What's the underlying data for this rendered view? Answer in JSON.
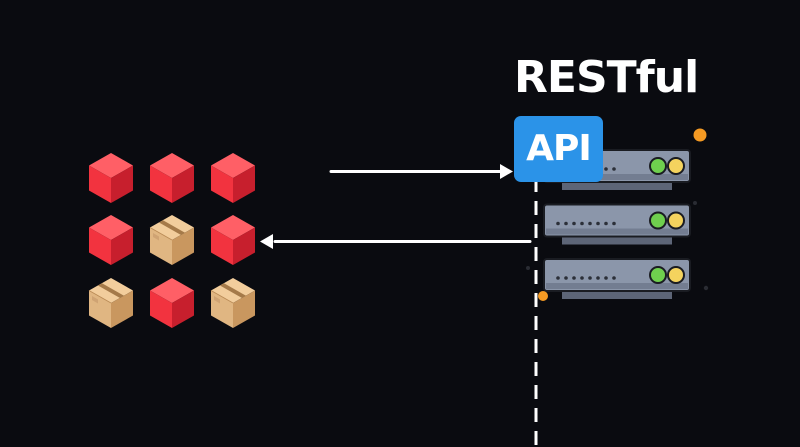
{
  "title": "RESTful",
  "badge": "API",
  "colors": {
    "background": "#0a0b10",
    "box_red": "#f2333f",
    "box_tan": "#e0b682",
    "api_blue": "#2b93e8",
    "server_body": "#8b96aa",
    "led_green": "#6fcf4e",
    "led_yellow": "#f4d35e",
    "accent_orange": "#f59a23",
    "arrow": "#ffffff"
  },
  "grid": {
    "rows": [
      [
        "red",
        "red",
        "red"
      ],
      [
        "red",
        "tan",
        "red"
      ],
      [
        "tan",
        "red",
        "tan"
      ]
    ]
  },
  "connections": [
    {
      "from": "client-boxes",
      "to": "api",
      "direction": "request"
    },
    {
      "from": "api",
      "to": "client-boxes",
      "direction": "response"
    }
  ],
  "server": {
    "units": 3,
    "icon": "server-rack-icon"
  }
}
